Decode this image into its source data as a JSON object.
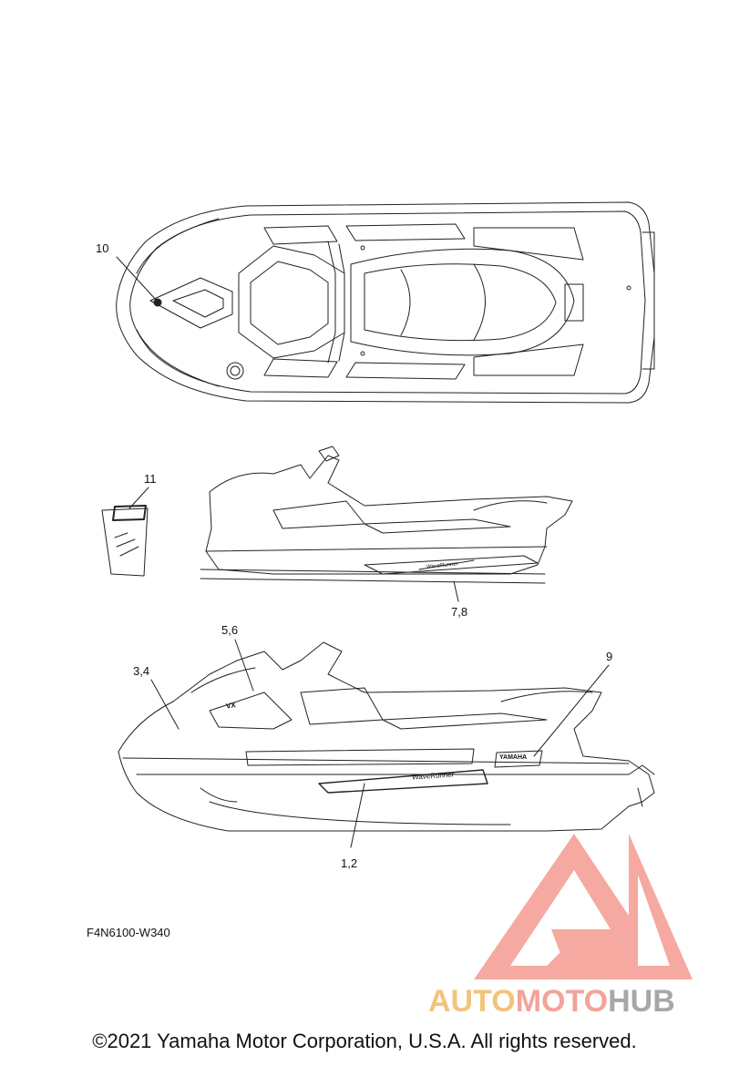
{
  "callouts": {
    "c10": "10",
    "c11": "11",
    "c78": "7,8",
    "c56": "5,6",
    "c34": "3,4",
    "c9": "9",
    "c12": "1,2"
  },
  "diagram_code": "F4N6100-W340",
  "copyright": "©2021 Yamaha Motor Corporation, U.S.A. All rights reserved.",
  "watermark": {
    "part1": "AUTO",
    "part2": "MOTO",
    "part3": "HUB",
    "colors": {
      "auto": "#f3c37e",
      "moto": "#f3a39a",
      "hub": "#a7a7a7",
      "logo": "#f08a80"
    }
  },
  "decal_text": {
    "side_main": "WaveRunner",
    "side_small": "WaveRunner",
    "badge": "YAMAHA",
    "hood": "VX"
  }
}
